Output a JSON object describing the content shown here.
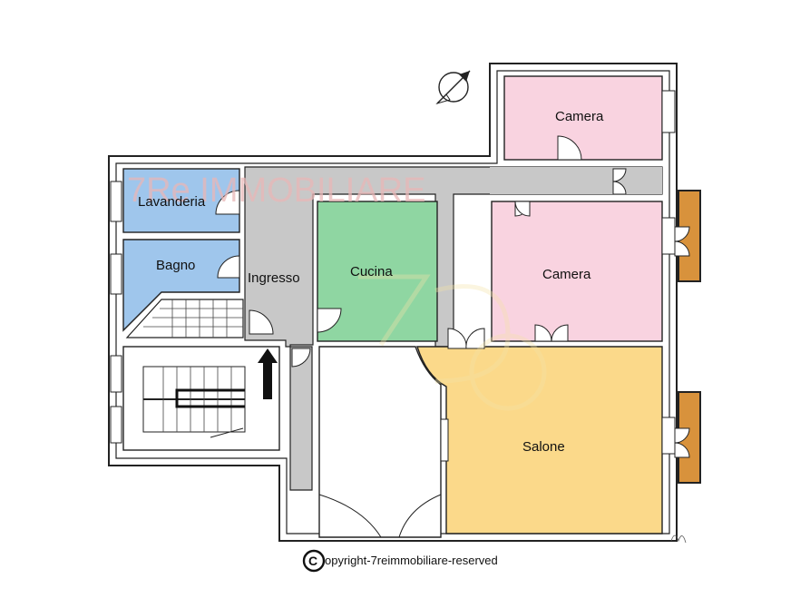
{
  "watermark": {
    "text": "7Re IMMOBILIARE"
  },
  "rooms": {
    "camera_top": "Camera",
    "lavanderia": "Lavanderia",
    "bagno": "Bagno",
    "ingresso": "Ingresso",
    "cucina": "Cucina",
    "camera_right": "Camera",
    "salone": "Salone"
  },
  "copyright": {
    "symbol": "C",
    "text": "opyright-7reimmobiliare-reserved"
  },
  "colors": {
    "pink_room": "#f9d3e0",
    "blue_room": "#9fc6ec",
    "green_room": "#8fd6a2",
    "yellow_room": "#fbd98a",
    "corridor": "#c8c8c8",
    "balcony": "#d8923c",
    "wall": "#222222"
  },
  "icons": {
    "compass": "north-arrow-icon",
    "entrance": "entrance-arrow-icon",
    "copyright": "copyright-icon"
  }
}
